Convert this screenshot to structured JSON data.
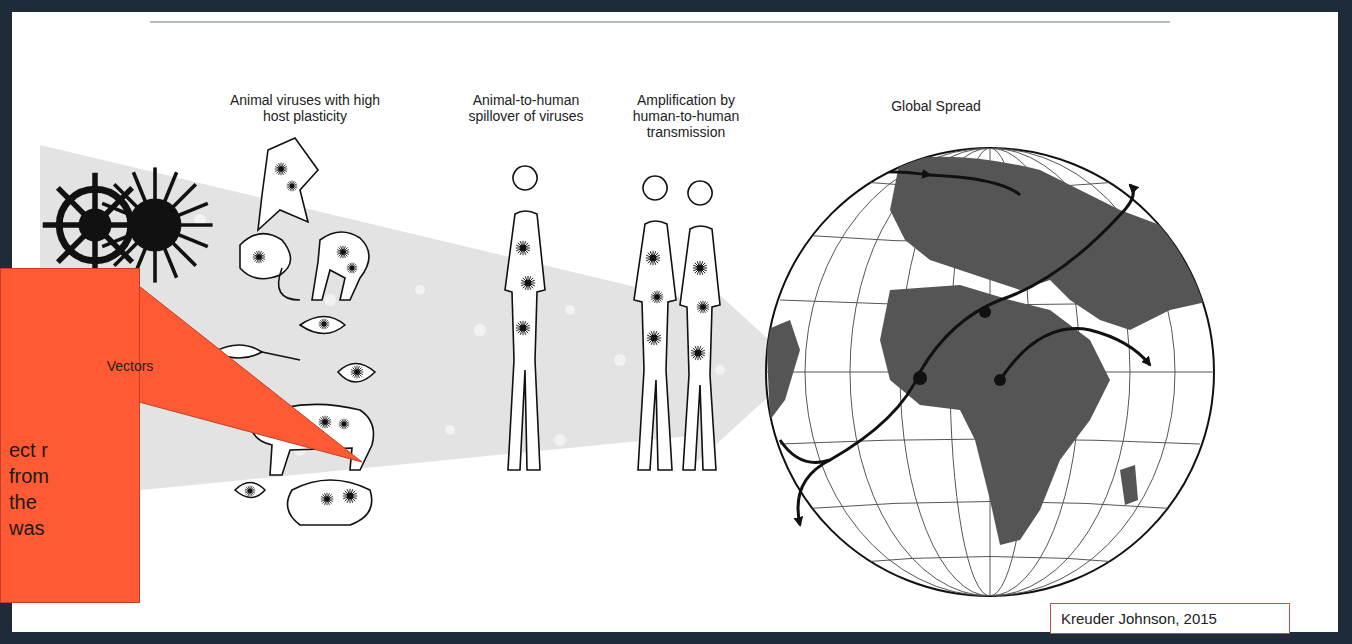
{
  "diagram": {
    "nodes": [
      {
        "text": [
          "ect r from the was"
        ]
      },
      {
        "text": [
          "Kreuder Johnson, 2015"
        ]
      }
    ],
    "labels": [
      "Animal viruses with high host plasticity",
      "Animal-to-human spillover of viruses",
      "Amplification by human-to-human transmission",
      "Global Spread",
      "Vectors"
    ]
  }
}
